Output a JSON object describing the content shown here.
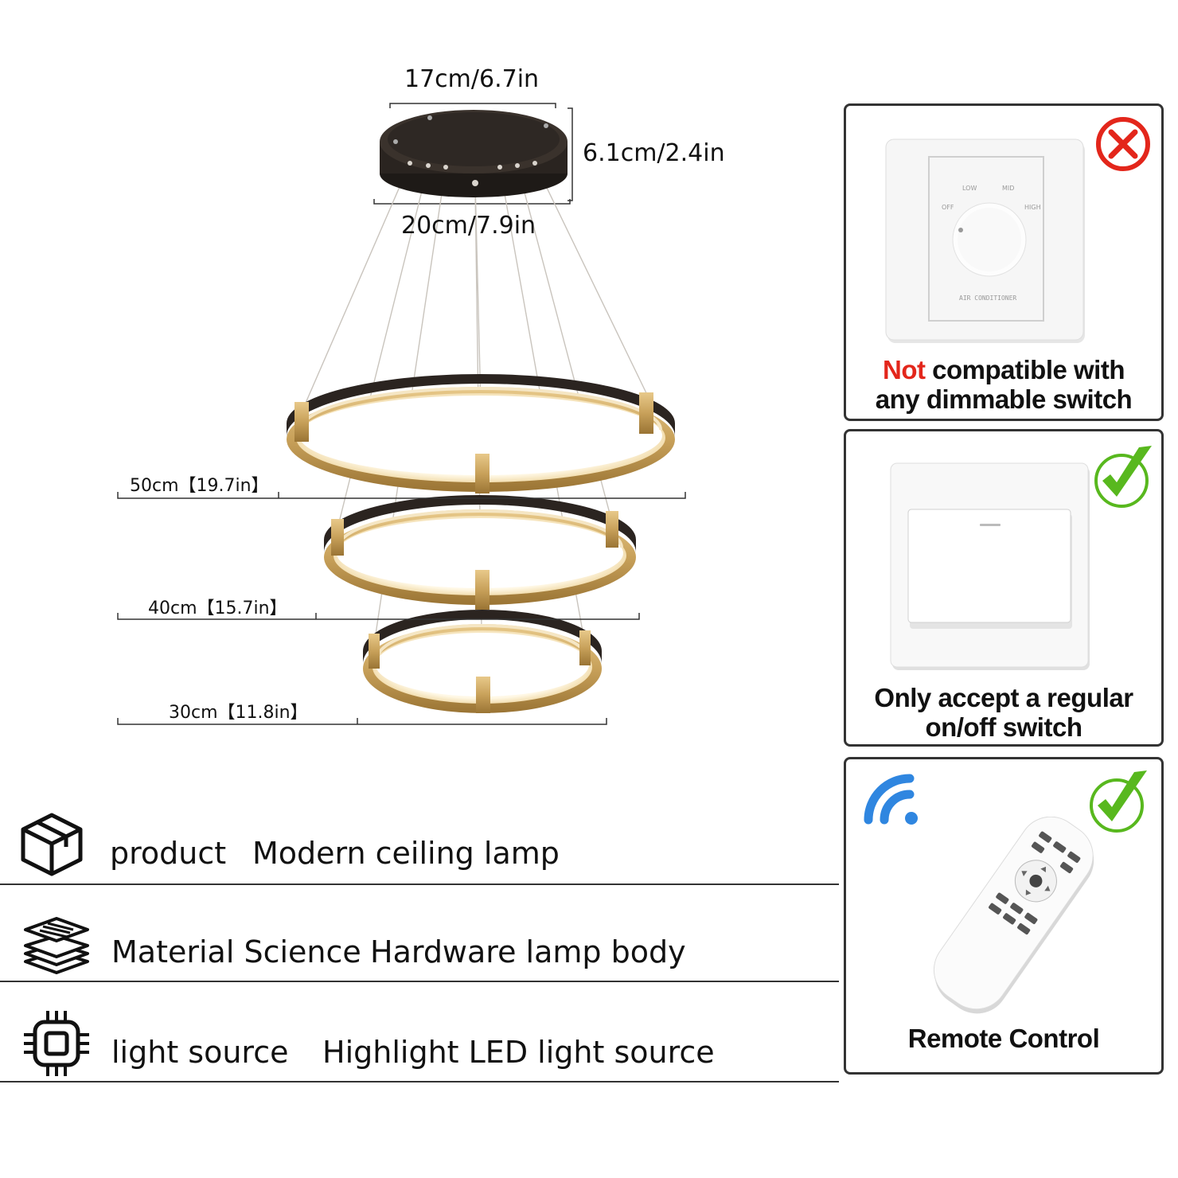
{
  "dimensions": {
    "canopy_top_width": "17cm/6.7in",
    "canopy_height": "6.1cm/2.4in",
    "canopy_bottom_width": "20cm/7.9in",
    "ring_large": "50cm【19.7in】",
    "ring_medium": "40cm【15.7in】",
    "ring_small": "30cm【11.8in】"
  },
  "specs": [
    {
      "label": "product",
      "value": "Modern ceiling lamp",
      "icon": "box-icon"
    },
    {
      "label": "Material Science",
      "value": "Hardware lamp body",
      "icon": "layers-icon"
    },
    {
      "label": "light source",
      "value": "Highlight LED light source",
      "icon": "chip-icon"
    }
  ],
  "panels": {
    "dimmer": {
      "caption_highlight": "Not",
      "caption_line1_rest": " compatible with",
      "caption_line2": "any dimmable switch",
      "dial_labels": [
        "OFF",
        "LOW",
        "MID",
        "HIGH"
      ],
      "dial_name": "AIR CONDITIONER",
      "status_icon": "red-cross-icon"
    },
    "onoff": {
      "caption_line1": "Only accept a regular",
      "caption_line2": "on/off switch",
      "status_icon": "green-check-icon"
    },
    "remote": {
      "caption": "Remote Control",
      "status_icon": "green-check-icon",
      "signal_icon": "wifi-signal-icon"
    }
  },
  "colors": {
    "gold": "#c8a15a",
    "black_ring": "#2b2420",
    "warning_red": "#e3261b",
    "check_green": "#58b81e",
    "signal_blue": "#2f86e0"
  }
}
